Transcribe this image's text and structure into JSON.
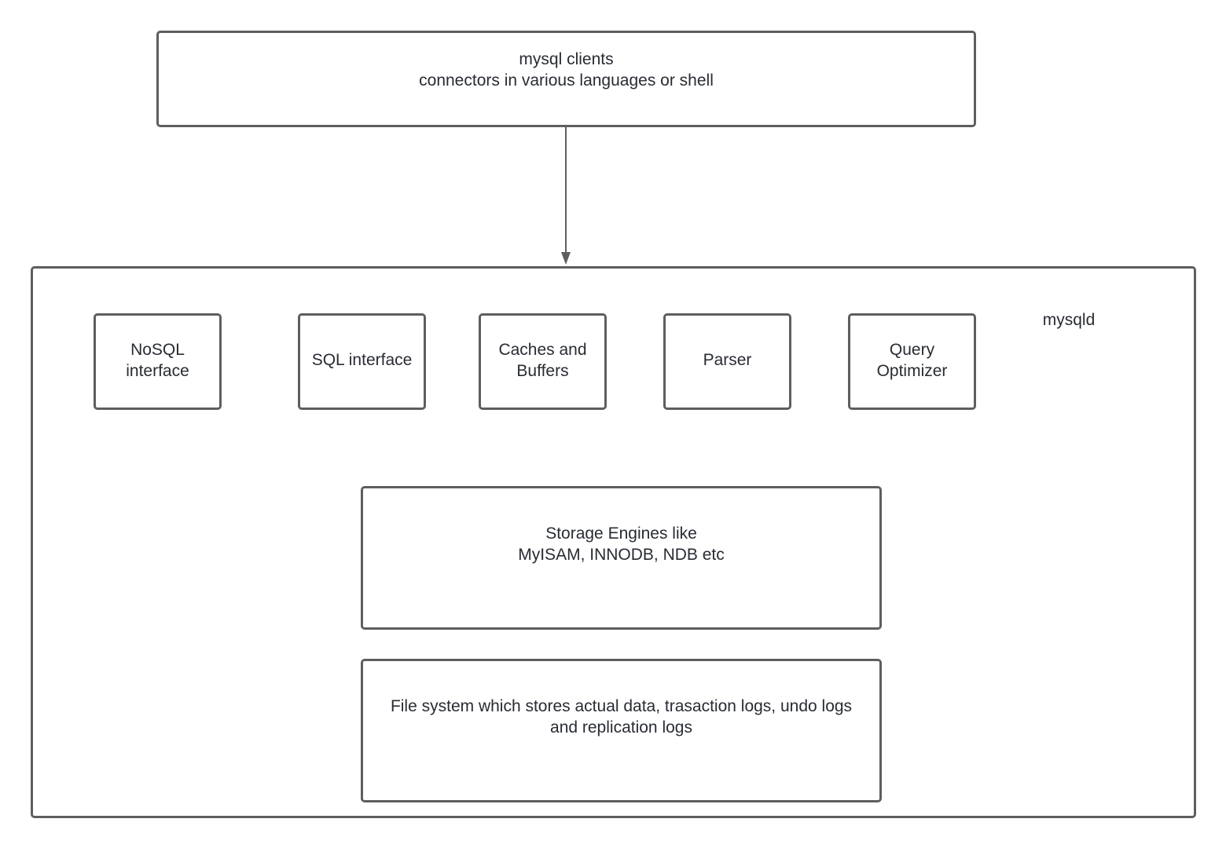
{
  "clients": {
    "line1": "mysql clients",
    "line2": "connectors in various languages or shell"
  },
  "server": {
    "label": "mysqld",
    "components": {
      "nosql": {
        "line1": "NoSQL",
        "line2": "interface"
      },
      "sql": {
        "line1": "SQL interface"
      },
      "caches": {
        "line1": "Caches and",
        "line2": "Buffers"
      },
      "parser": {
        "line1": "Parser"
      },
      "optimizer": {
        "line1": "Query",
        "line2": "Optimizer"
      }
    },
    "storage": {
      "line1": "Storage Engines like",
      "line2": "MyISAM, INNODB, NDB etc"
    },
    "filesystem": {
      "line1": "File system which stores actual data, trasaction logs, undo logs",
      "line2": "and replication logs"
    }
  },
  "colors": {
    "stroke": "#5e5e5e",
    "text": "#282c33",
    "background": "#ffffff"
  }
}
